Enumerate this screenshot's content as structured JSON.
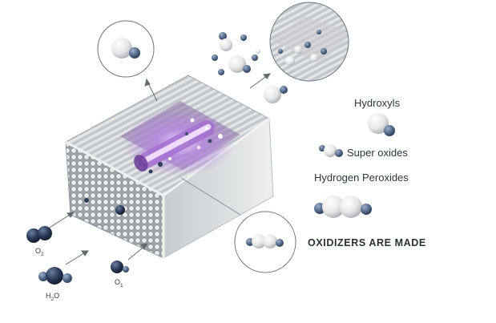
{
  "legend": {
    "hydroxyls": "Hydroxyls",
    "super_oxides": "Super oxides",
    "hydrogen_peroxides": "Hydrogen Peroxides"
  },
  "headline": "OXIDIZERS ARE MADE",
  "inputs": {
    "o2": {
      "base": "O",
      "sub": "2"
    },
    "h2o": {
      "base": "H",
      "sub": "2",
      "tail": "O"
    },
    "o1": {
      "base": "O",
      "sub": "1"
    }
  },
  "colors": {
    "navy": "#22304a",
    "steel": "#4f6585",
    "white_sphere": "#f2f2f2",
    "glow": "#b07be0",
    "cell": "#d5d7da",
    "text": "#2e3440"
  }
}
